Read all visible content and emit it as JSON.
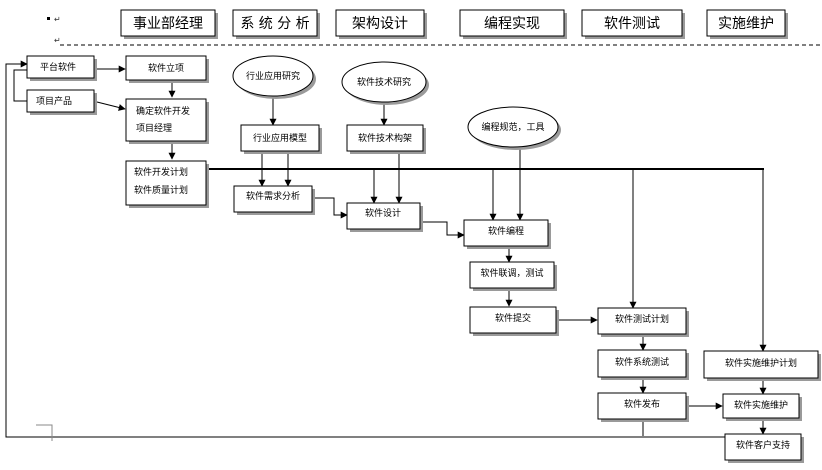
{
  "headers": [
    {
      "id": "h1",
      "label": "事业部经理"
    },
    {
      "id": "h2",
      "label": "系 统 分 析"
    },
    {
      "id": "h3",
      "label": "架构设计"
    },
    {
      "id": "h4",
      "label": "编程实现"
    },
    {
      "id": "h5",
      "label": "软件测试"
    },
    {
      "id": "h6",
      "label": "实施维护"
    }
  ],
  "nodes": {
    "platform_software": {
      "label": "平台软件"
    },
    "project_product": {
      "label": "项目产品"
    },
    "software_initiation": {
      "label": "软件立项"
    },
    "determine_dev_manager": {
      "line1": "确定软件开发",
      "line2": "项目经理"
    },
    "dev_quality_plan": {
      "line1": "软件开发计划",
      "line2": "软件质量计划"
    },
    "industry_research": {
      "label": "行业应用研究"
    },
    "tech_research": {
      "label": "软件技术研究"
    },
    "coding_standards": {
      "label": "编程规范，工具"
    },
    "industry_model": {
      "label": "行业应用模型"
    },
    "tech_architecture": {
      "label": "软件技术构架"
    },
    "requirements_analysis": {
      "label": "软件需求分析"
    },
    "software_design": {
      "label": "软件设计"
    },
    "software_coding": {
      "label": "软件编程"
    },
    "integration_test": {
      "label": "软件联调，测试"
    },
    "software_submission": {
      "label": "软件提交"
    },
    "test_plan": {
      "label": "软件测试计划"
    },
    "system_test": {
      "label": "软件系统测试"
    },
    "software_release": {
      "label": "软件发布"
    },
    "implementation_plan": {
      "label": "软件实施维护计划"
    },
    "implementation_maintenance": {
      "label": "软件实施维护"
    },
    "customer_support": {
      "label": "软件客户支持"
    }
  },
  "colors": {
    "stroke": "#000000",
    "fill": "#ffffff",
    "shadow": "#9a9a9a"
  }
}
